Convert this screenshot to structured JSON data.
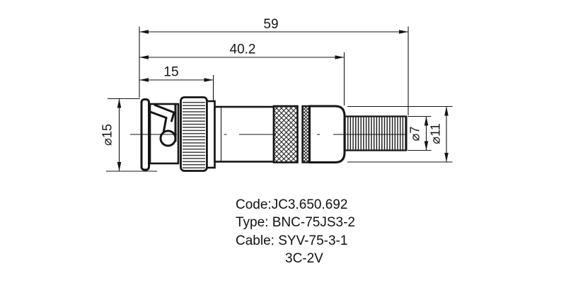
{
  "title": "BNC connector dimensioned technical drawing",
  "drawing": {
    "dimensions": {
      "overall_length": "59",
      "mid_length": "40.2",
      "front_length": "15",
      "body_diameter": "⌀15",
      "thread_diameter": "⌀7",
      "rear_diameter": "⌀11"
    },
    "colors": {
      "line": "#151515",
      "background": "#ffffff"
    }
  },
  "caption": {
    "code_line": "Code:JC3.650.692",
    "type_line": "Type: BNC-75JS3-2",
    "cable_line": "Cable: SYV-75-3-1",
    "cable_line2": "3C-2V"
  }
}
